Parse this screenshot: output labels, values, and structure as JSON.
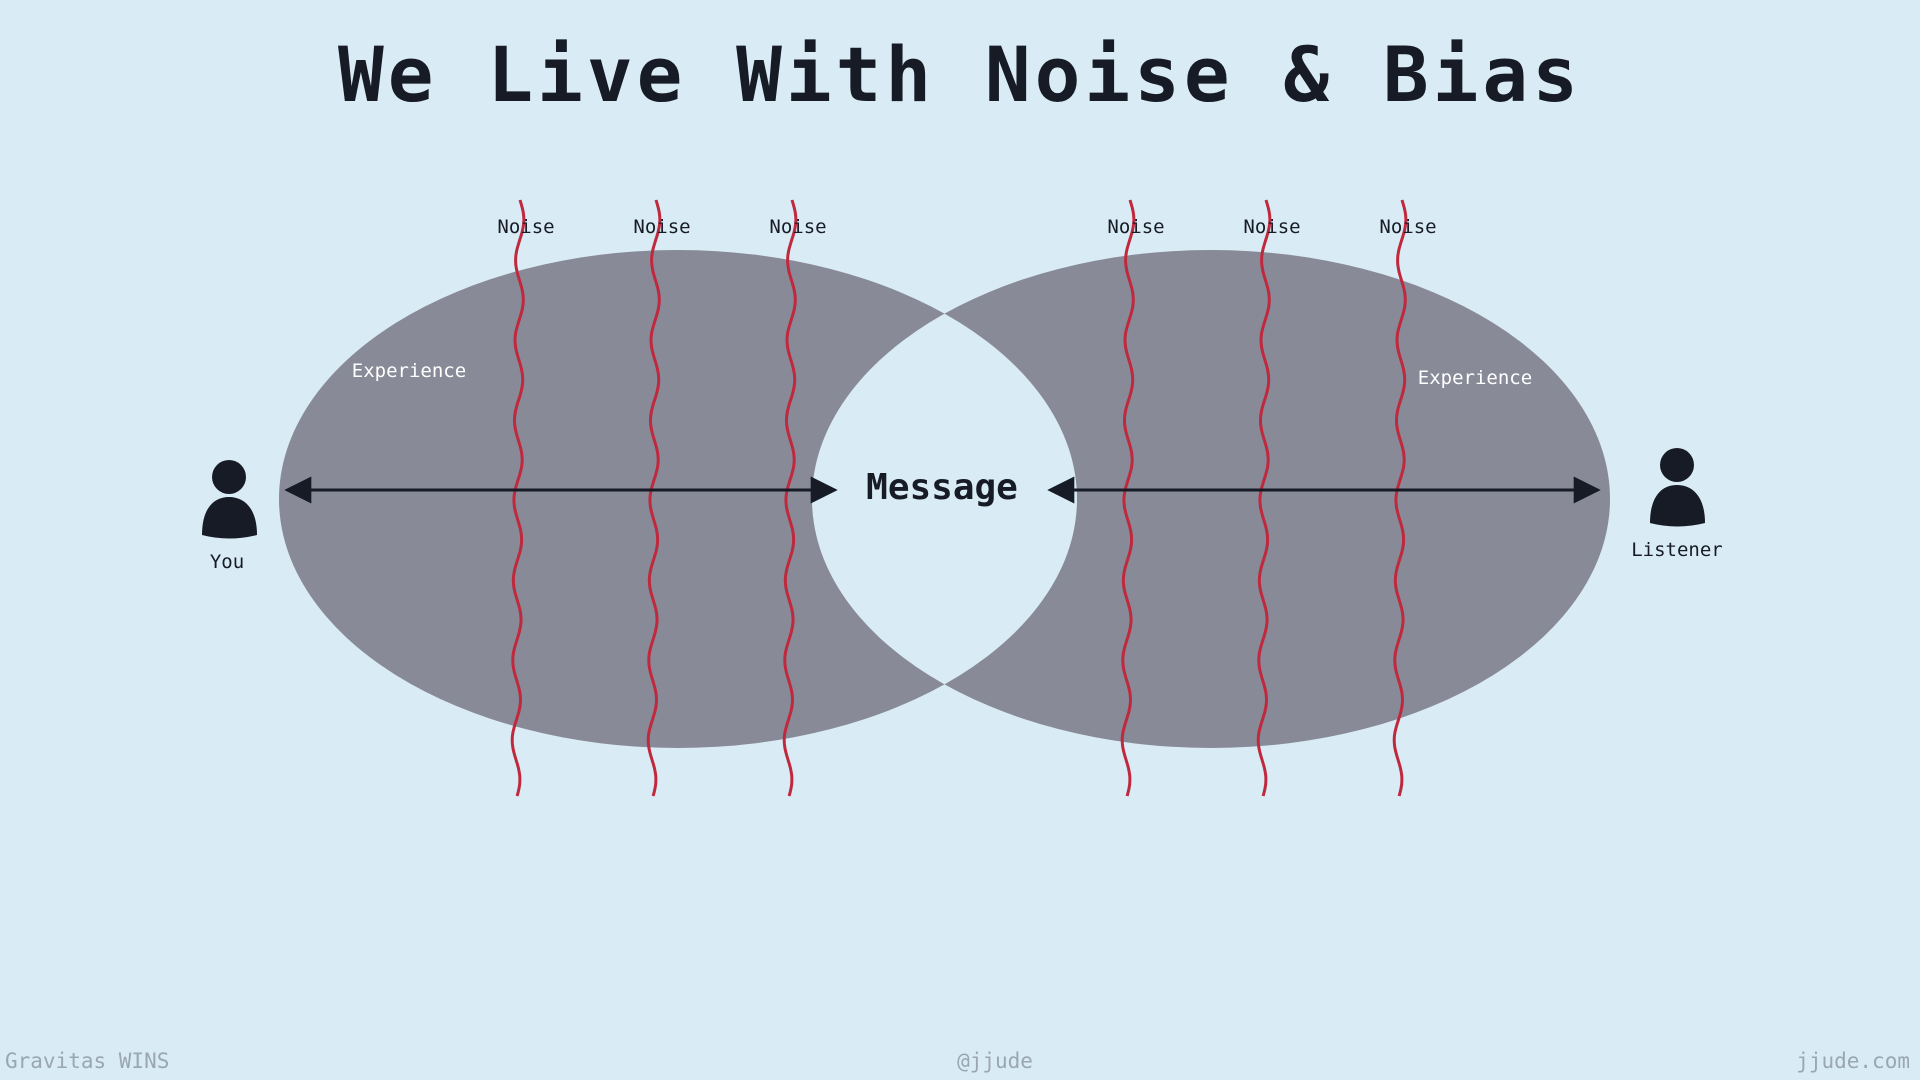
{
  "title": "We Live With Noise & Bias",
  "labels": {
    "noise": "Noise",
    "experience_left": "Experience",
    "experience_right": "Experience",
    "message": "Message",
    "you": "You",
    "listener": "Listener"
  },
  "icons": {
    "you": "person-icon",
    "listener": "person-icon"
  },
  "colors": {
    "background": "#d9ebf4",
    "ellipse_fill": "#888a98",
    "noise_line": "#c0283e",
    "text_dark": "#161b26",
    "footer_text": "#9aa7b2"
  },
  "footer": {
    "left": "Gravitas WINS",
    "center": "@jjude",
    "right": "jjude.com"
  }
}
